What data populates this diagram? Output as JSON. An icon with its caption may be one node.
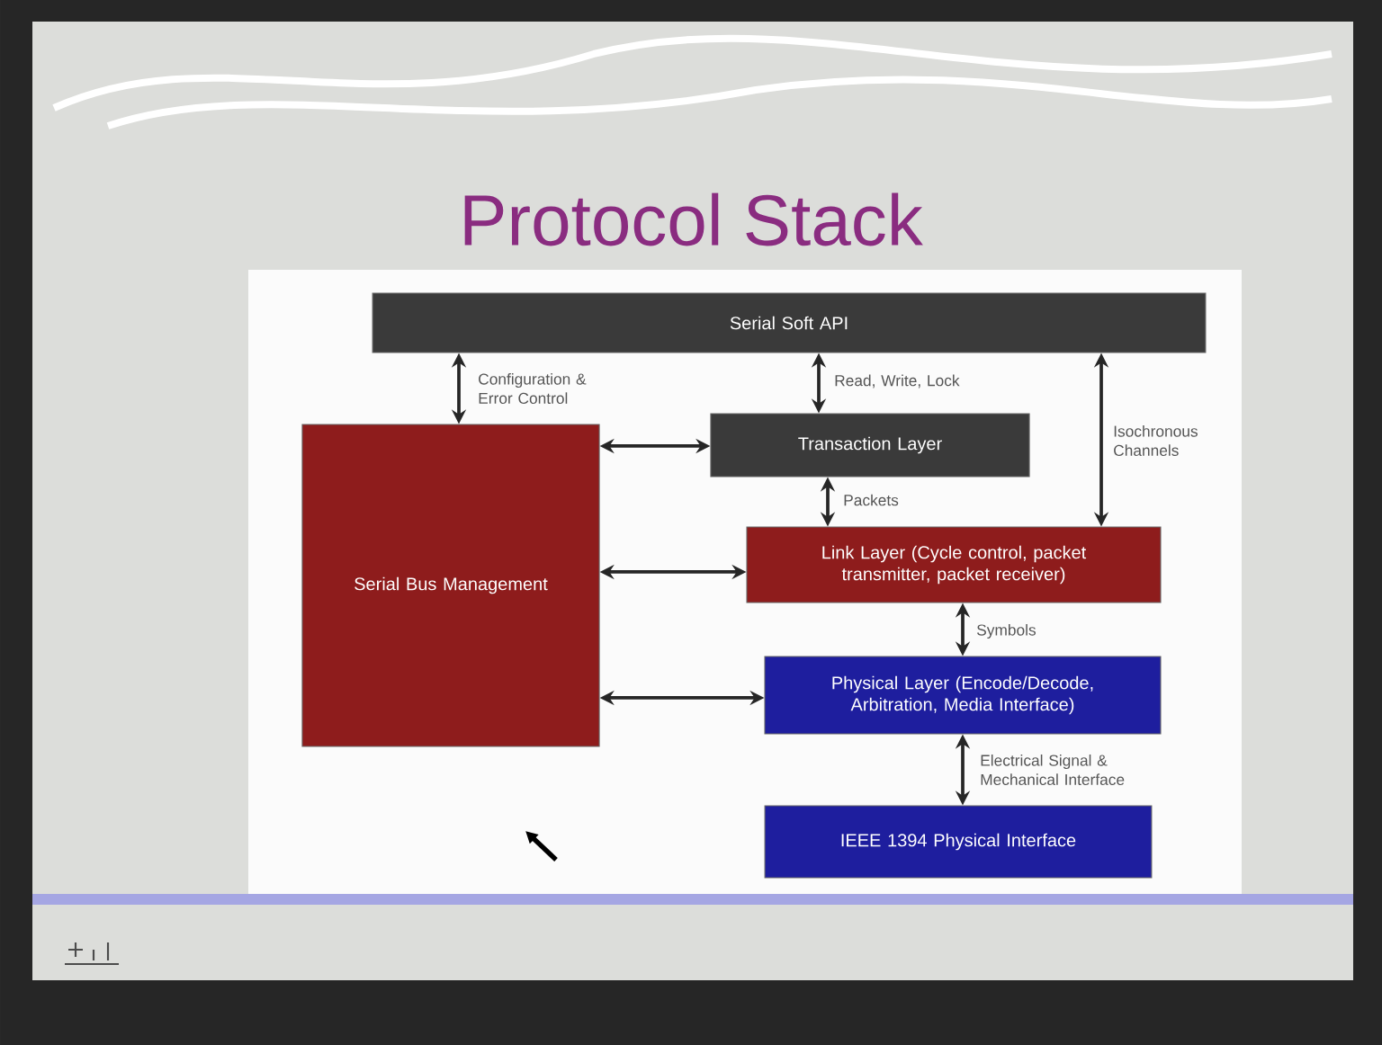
{
  "diagram": {
    "title": "Protocol Stack",
    "nodes": [
      {
        "text": [
          "Serial Soft API"
        ]
      },
      {
        "text": [
          "Serial Bus Management"
        ]
      },
      {
        "text": [
          "Transaction Layer"
        ]
      },
      {
        "text": [
          "Link Layer (Cycle control, packet transmitter, packet receiver)"
        ]
      },
      {
        "text": [
          "Physical Layer (Encode/Decode, Arbitration, Media Interface)"
        ]
      },
      {
        "text": [
          "IEEE 1394 Physical Interface"
        ]
      }
    ],
    "edges": [
      {
        "from": 0,
        "to": 1,
        "arrow": "both",
        "label": "Configuration & Error Control"
      },
      {
        "from": 0,
        "to": 2,
        "arrow": "both",
        "label": "Read, Write, Lock"
      },
      {
        "from": 0,
        "to": 3,
        "arrow": "both",
        "label": "Isochronous Channels"
      },
      {
        "from": 1,
        "to": 2,
        "arrow": "both"
      },
      {
        "from": 2,
        "to": 3,
        "arrow": "both",
        "label": "Packets"
      },
      {
        "from": 1,
        "to": 3,
        "arrow": "both"
      },
      {
        "from": 3,
        "to": 4,
        "arrow": "both",
        "label": "Symbols"
      },
      {
        "from": 1,
        "to": 4,
        "arrow": "both"
      },
      {
        "from": 4,
        "to": 5,
        "arrow": "both",
        "label": "Electrical Signal & Mechanical Interface"
      }
    ]
  }
}
